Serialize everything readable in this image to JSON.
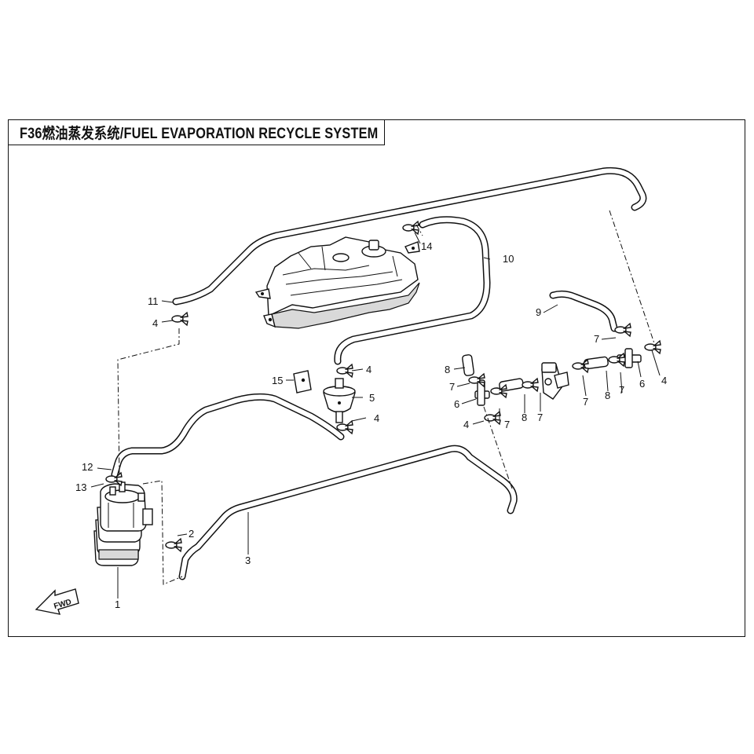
{
  "title": "F36燃油蒸发系统/FUEL EVAPORATION RECYCLE SYSTEM",
  "direction_label": "FWD",
  "callouts": [
    {
      "id": "c1",
      "label": "1"
    },
    {
      "id": "c2",
      "label": "2"
    },
    {
      "id": "c3",
      "label": "3"
    },
    {
      "id": "c4a",
      "label": "4"
    },
    {
      "id": "c4b",
      "label": "4"
    },
    {
      "id": "c4c",
      "label": "4"
    },
    {
      "id": "c4d",
      "label": "4"
    },
    {
      "id": "c4e",
      "label": "4"
    },
    {
      "id": "c5",
      "label": "5"
    },
    {
      "id": "c6a",
      "label": "6"
    },
    {
      "id": "c6b",
      "label": "6"
    },
    {
      "id": "c7a",
      "label": "7"
    },
    {
      "id": "c7b",
      "label": "7"
    },
    {
      "id": "c7c",
      "label": "7"
    },
    {
      "id": "c7d",
      "label": "7"
    },
    {
      "id": "c7e",
      "label": "7"
    },
    {
      "id": "c7f",
      "label": "7"
    },
    {
      "id": "c8a",
      "label": "8"
    },
    {
      "id": "c8b",
      "label": "8"
    },
    {
      "id": "c8c",
      "label": "8"
    },
    {
      "id": "c9",
      "label": "9"
    },
    {
      "id": "c10",
      "label": "10"
    },
    {
      "id": "c11",
      "label": "11"
    },
    {
      "id": "c12",
      "label": "12"
    },
    {
      "id": "c13",
      "label": "13"
    },
    {
      "id": "c14",
      "label": "14"
    },
    {
      "id": "c15",
      "label": "15"
    }
  ]
}
